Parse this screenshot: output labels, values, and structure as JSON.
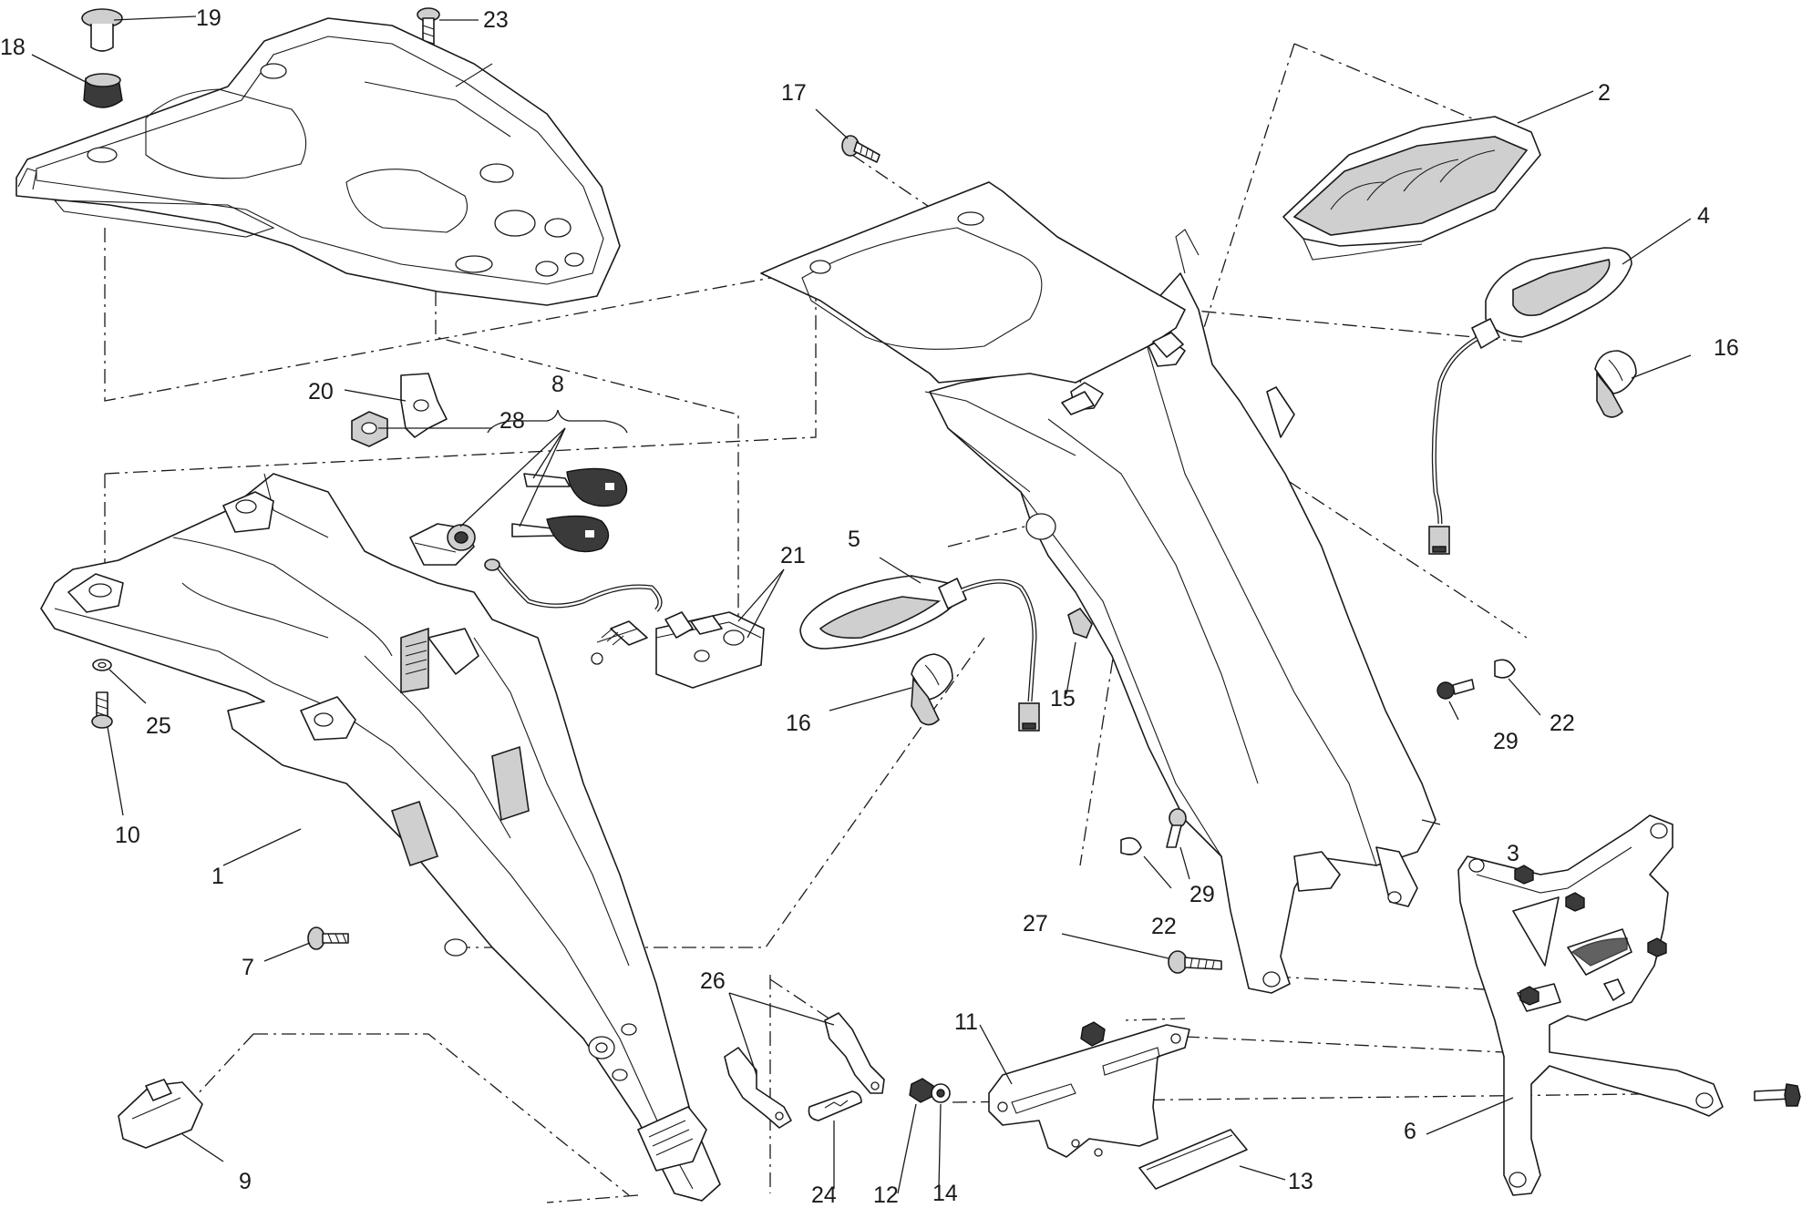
{
  "callouts": [
    {
      "id": "c1",
      "text": "1"
    },
    {
      "id": "c2",
      "text": "2"
    },
    {
      "id": "c3",
      "text": "3"
    },
    {
      "id": "c4",
      "text": "4"
    },
    {
      "id": "c5",
      "text": "5"
    },
    {
      "id": "c6",
      "text": "6"
    },
    {
      "id": "c7",
      "text": "7"
    },
    {
      "id": "c8",
      "text": "8"
    },
    {
      "id": "c9",
      "text": "9"
    },
    {
      "id": "c10",
      "text": "10"
    },
    {
      "id": "c11",
      "text": "11"
    },
    {
      "id": "c12",
      "text": "12"
    },
    {
      "id": "c13",
      "text": "13"
    },
    {
      "id": "c14",
      "text": "14"
    },
    {
      "id": "c15",
      "text": "15"
    },
    {
      "id": "c16a",
      "text": "16"
    },
    {
      "id": "c16b",
      "text": "16"
    },
    {
      "id": "c17",
      "text": "17"
    },
    {
      "id": "c18",
      "text": "18"
    },
    {
      "id": "c19",
      "text": "19"
    },
    {
      "id": "c20",
      "text": "20"
    },
    {
      "id": "c21",
      "text": "21"
    },
    {
      "id": "c22a",
      "text": "22"
    },
    {
      "id": "c22b",
      "text": "22"
    },
    {
      "id": "c23",
      "text": "23"
    },
    {
      "id": "c24",
      "text": "24"
    },
    {
      "id": "c25",
      "text": "25"
    },
    {
      "id": "c26",
      "text": "26"
    },
    {
      "id": "c27",
      "text": "27"
    },
    {
      "id": "c28",
      "text": "28"
    },
    {
      "id": "c29a",
      "text": "29"
    },
    {
      "id": "c29b",
      "text": "29"
    }
  ]
}
